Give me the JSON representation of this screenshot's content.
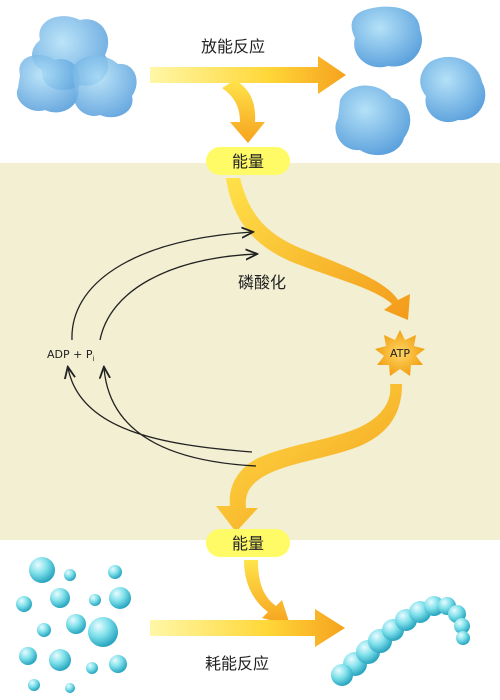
{
  "labels": {
    "top_reaction": "放能反应",
    "energy_top": "能量",
    "phosphorylation": "磷酸化",
    "atp": "ATP",
    "adp": "ADP + P",
    "adp_sub": "i",
    "energy_bottom": "能量",
    "bottom_reaction": "耗能反应"
  },
  "colors": {
    "panel_bg": "#f2efd3",
    "energy_label_bg": "#fffb66",
    "arrow_yellow": "#ffe84a",
    "arrow_orange": "#f6a21e",
    "blue_light": "#79c4f0",
    "blue_dark": "#3d8fd6",
    "bead_light": "#7fe0ea",
    "bead_dark": "#2aa6c0",
    "atp_star": "#f2a011",
    "cycle_line": "#222222"
  },
  "icons": {
    "large_molecule": "blue-cluster-icon",
    "small_molecules": "blue-blob-icon",
    "beads": "sphere-beads-icon",
    "chain": "bead-chain-icon",
    "atp_burst": "starburst-icon"
  }
}
